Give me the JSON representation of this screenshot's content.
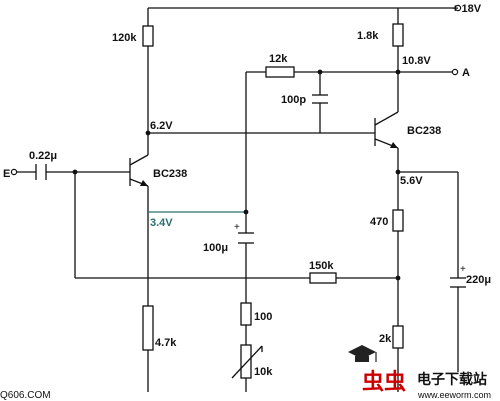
{
  "labels": {
    "supply": "+ 18V",
    "r_120k": "120k",
    "r_1_8k": "1.8k",
    "r_12k": "12k",
    "v_10_8": "10.8V",
    "node_a": "A",
    "c_100p": "100p",
    "v_6_2": "6.2V",
    "q2": "BC238",
    "input_e": "E",
    "c_in": "0.22μ",
    "q1": "BC238",
    "v_5_6": "5.6V",
    "v_3_4": "3.4V",
    "r_470": "470",
    "c_100u": "100μ",
    "r_150k": "150k",
    "c_220u": "220μ",
    "r_100": "100",
    "r_4_7k": "4.7k",
    "r_2k": "2k",
    "pot_10k": "10k",
    "source_mark": "Q606.COM"
  },
  "watermark": {
    "brand_red": "虫虫",
    "brand_text": "电子下载站",
    "url": "www.eeworm.com"
  }
}
